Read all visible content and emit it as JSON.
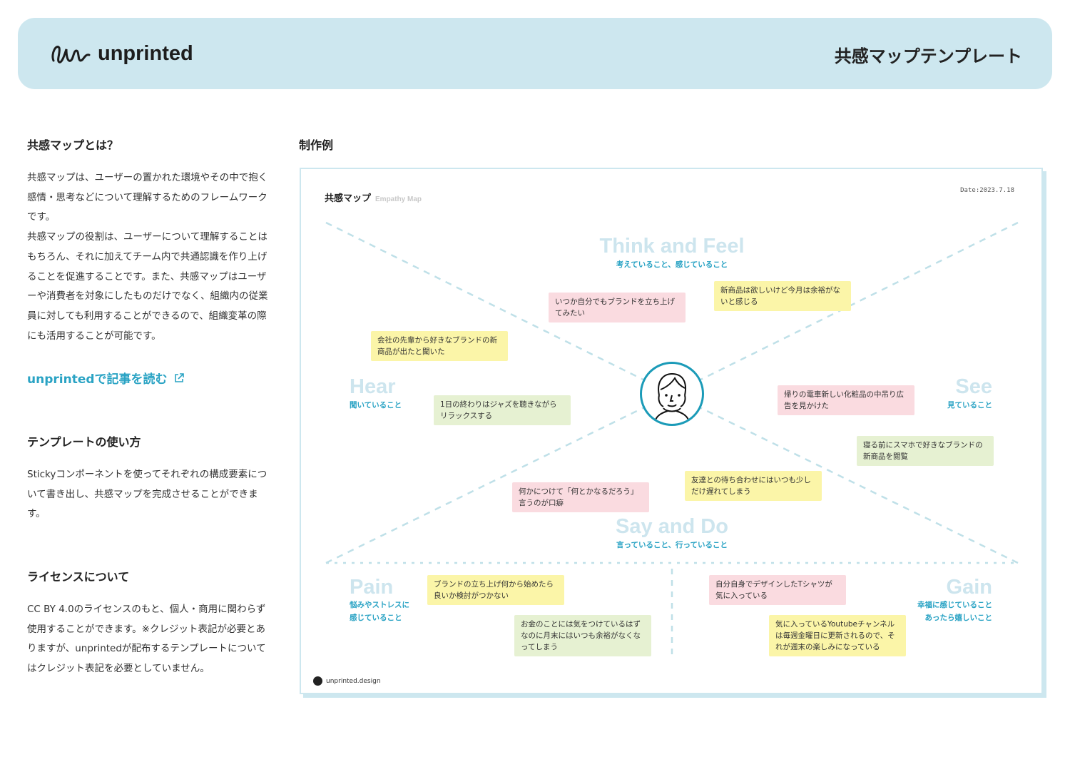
{
  "header": {
    "logo_text": "unprinted",
    "title": "共感マップテンプレート"
  },
  "about": {
    "heading": "共感マップとは？",
    "body": "共感マップは、ユーザーの置かれた環境やその中で抱く感情・思考などについて理解するためのフレームワークです。\n共感マップの役割は、ユーザーについて理解することはもちろん、それに加えてチーム内で共通認識を作り上げることを促進することです。また、共感マップはユーザーや消費者を対象にしたものだけでなく、組織内の従業員に対しても利用することができるので、組織変革の際にも活用することが可能です。",
    "link": "unprintedで記事を読む"
  },
  "usage": {
    "heading": "テンプレートの使い方",
    "body": "Stickyコンポーネントを使ってそれぞれの構成要素について書き出し、共感マップを完成させることができます。"
  },
  "license": {
    "heading": "ライセンスについて",
    "body": "CC BY 4.0のライセンスのもと、個人・商用に関わらず使用することができます。※クレジット表記が必要とありますが、unprintedが配布するテンプレートについてはクレジット表記を必要としていません。"
  },
  "example": {
    "label": "制作例"
  },
  "map": {
    "title": "共感マップ",
    "subtitle": "Empathy Map",
    "date": "Date:2023.7.18",
    "footer": "unprinted.design",
    "sections": {
      "think": {
        "title": "Think and Feel",
        "sub": "考えていること、感じていること"
      },
      "hear": {
        "title": "Hear",
        "sub": "聞いていること"
      },
      "see": {
        "title": "See",
        "sub": "見ていること"
      },
      "say": {
        "title": "Say and Do",
        "sub": "言っていること、行っていること"
      },
      "pain": {
        "title": "Pain",
        "sub": "悩みやストレスに\n感じていること"
      },
      "gain": {
        "title": "Gain",
        "sub": "幸福に感じていること\nあったら嬉しいこと"
      }
    },
    "stickies": [
      "いつか自分でもブランドを立ち上げてみたい",
      "新商品は欲しいけど今月は余裕がないと感じる",
      "会社の先輩から好きなブランドの新商品が出たと聞いた",
      "1日の終わりはジャズを聴きながらリラックスする",
      "帰りの電車新しい化粧品の中吊り広告を見かけた",
      "寝る前にスマホで好きなブランドの新商品を閲覧",
      "友達との待ち合わせにはいつも少しだけ遅れてしまう",
      "何かにつけて「何とかなるだろう」言うのが口癖",
      "ブランドの立ち上げ何から始めたら良いか検討がつかない",
      "お金のことには気をつけているはずなのに月末にはいつも余裕がなくなってしまう",
      "自分自身でデザインしたTシャツが気に入っている",
      "気に入っているYoutubeチャンネルは毎週金曜日に更新されるので、それが週末の楽しみになっている"
    ]
  },
  "colors": {
    "accent": "#2aa3c4",
    "band": "#cde7ef",
    "pink": "#fadbe0",
    "yellow": "#fbf5a8",
    "green": "#e6f1d2"
  }
}
